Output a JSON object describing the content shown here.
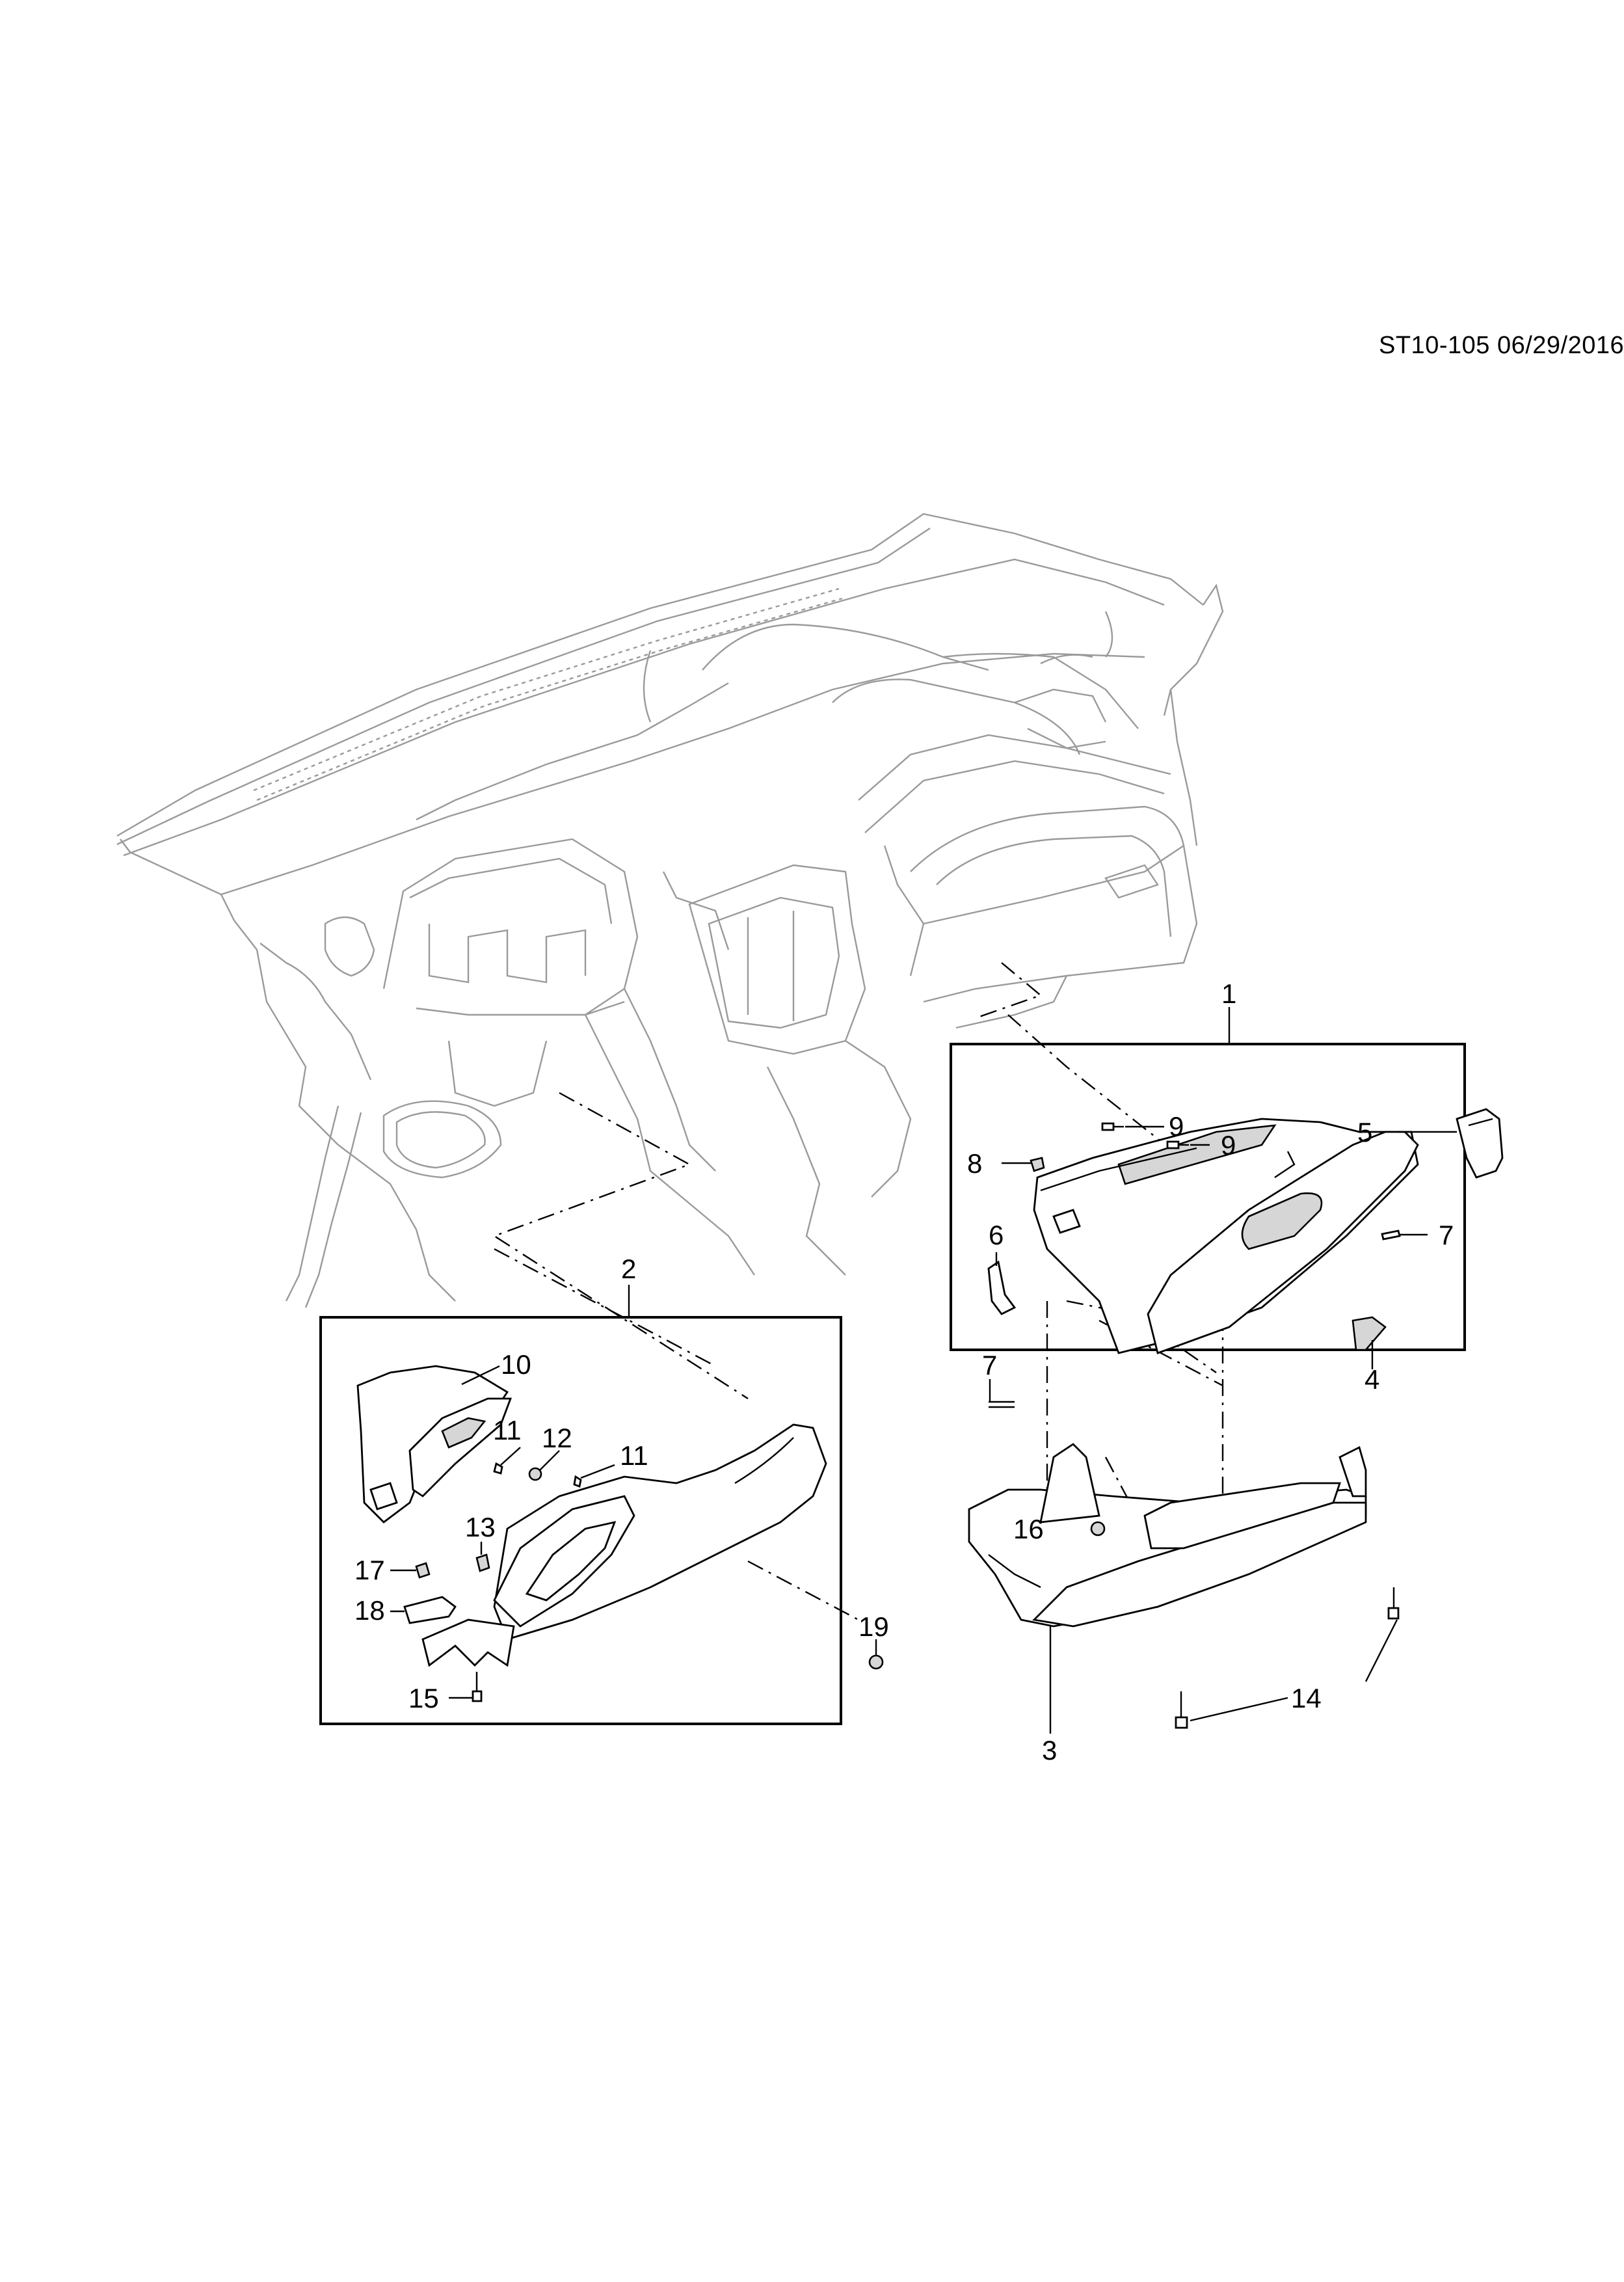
{
  "document_id": "ST10-105 06/29/2016",
  "callouts": {
    "c1": "1",
    "c2": "2",
    "c3": "3",
    "c4": "4",
    "c5": "5",
    "c6": "6",
    "c7a": "7",
    "c7b": "7",
    "c8": "8",
    "c9a": "9",
    "c9b": "9",
    "c10": "10",
    "c11a": "11",
    "c11b": "11",
    "c12": "12",
    "c13": "13",
    "c14": "14",
    "c15": "15",
    "c16": "16",
    "c17": "17",
    "c18": "18",
    "c19": "19"
  }
}
